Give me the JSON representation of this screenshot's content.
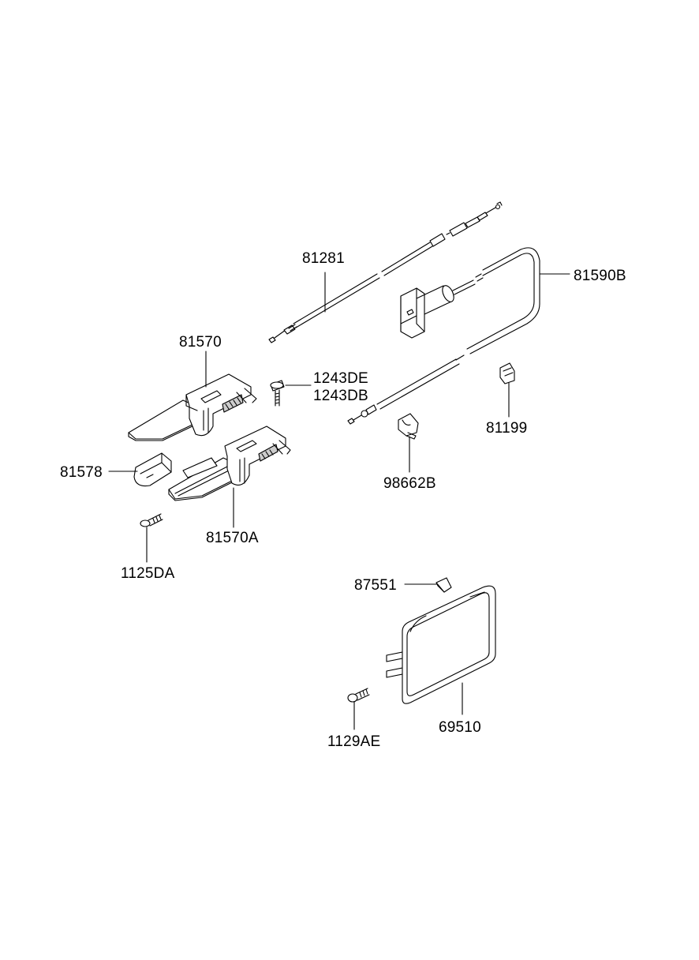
{
  "labels": {
    "cable_81281": "81281",
    "cable_81590b": "81590B",
    "handle_81570": "81570",
    "bolt_1243de": "1243DE",
    "bolt_1243db": "1243DB",
    "clip_81199": "81199",
    "cover_81578": "81578",
    "clip_98662b": "98662B",
    "handle_81570a": "81570A",
    "screw_1125da": "1125DA",
    "bumper_87551": "87551",
    "door_69510": "69510",
    "bolt_1129ae": "1129AE"
  },
  "colors": {
    "line": "#000000",
    "fill": "#ffffff",
    "shade": "#e6e6e6"
  }
}
